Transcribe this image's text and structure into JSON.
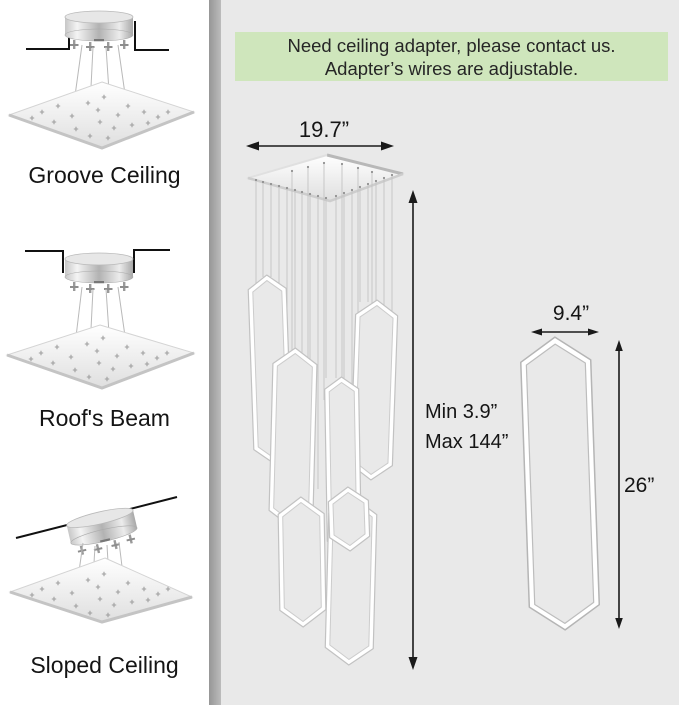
{
  "banner": {
    "line1": "Need ceiling adapter, please contact us.",
    "line2": "Adapter’s wires are adjustable."
  },
  "sidebar": {
    "options": [
      {
        "label": "Groove Ceiling"
      },
      {
        "label": "Roof's Beam"
      },
      {
        "label": "Sloped Ceiling"
      }
    ]
  },
  "diagram": {
    "canopy_width_label": "19.7”",
    "height_min_label": "Min 3.9”",
    "height_max_label": "Max 144”",
    "pendant": {
      "width_label": "9.4”",
      "height_label": "26”"
    }
  },
  "icons": {
    "canopy": "ceiling-canopy-icon",
    "pendant_ring": "hexagon-ring-pendant",
    "dimension_arrow": "double-headed-arrow-icon"
  },
  "colors": {
    "banner_bg": "#cfe6bc",
    "main_bg": "#e9e9e9",
    "sidebar_bg": "#ffffff",
    "divider": "#a3a3a3",
    "dimension_text": "#151515"
  }
}
